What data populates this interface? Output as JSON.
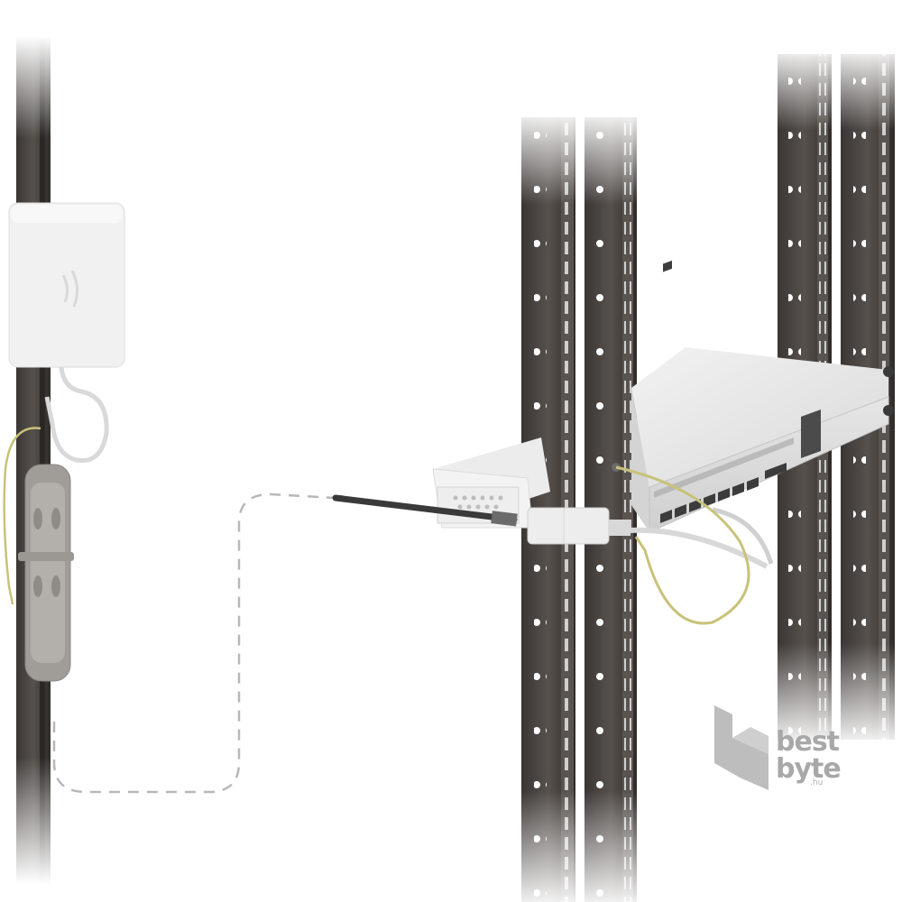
{
  "watermark": {
    "line1": "best",
    "line2": "byte",
    "domain": ".hu",
    "logo_icon": "bestbyte-logo-icon"
  },
  "colors": {
    "background": "#ffffff",
    "rack_rail": "#4a4542",
    "device_white": "#ebebeb",
    "cable_yellow": "#c8c27a",
    "cable_grey": "#d0d0d0",
    "dashed_path": "#b8b8b8",
    "watermark": "#a8a8a8"
  }
}
